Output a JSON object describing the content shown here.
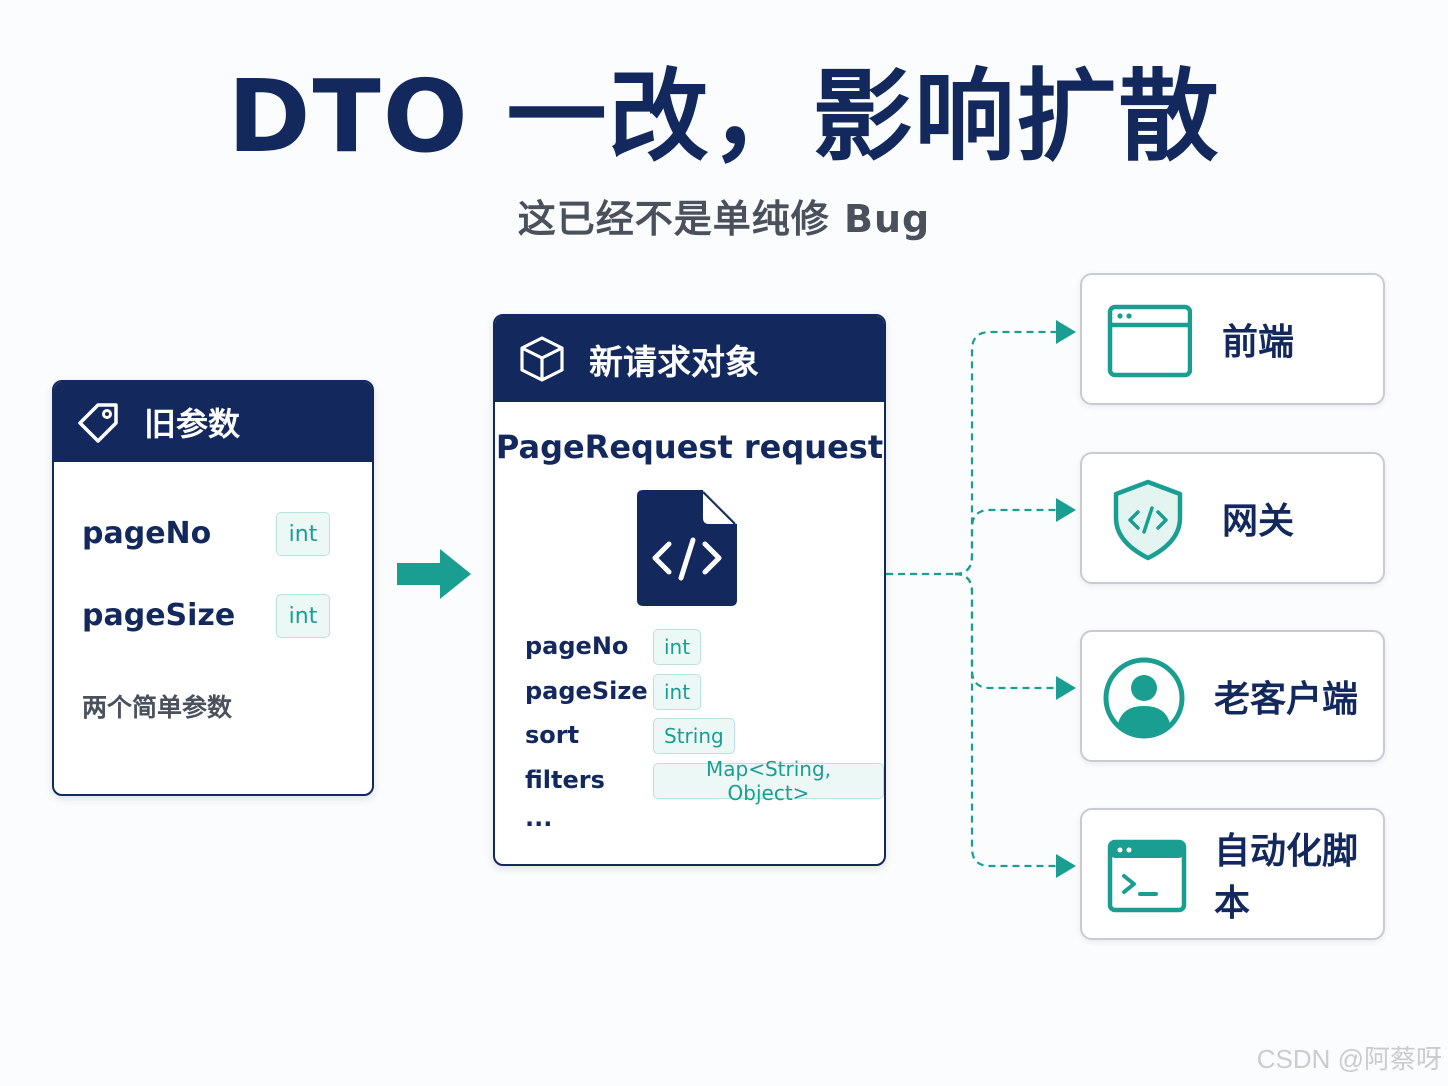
{
  "header": {
    "title": "DTO 一改，影响扩散",
    "subtitle": "这已经不是单纯修 Bug"
  },
  "old_params": {
    "title": "旧参数",
    "icon": "tag-icon",
    "fields": [
      {
        "name": "pageNo",
        "type": "int"
      },
      {
        "name": "pageSize",
        "type": "int"
      }
    ],
    "note": "两个简单参数"
  },
  "new_object": {
    "title": "新请求对象",
    "icon": "cube-icon",
    "request_label": "PageRequest request",
    "file_icon": "code-file-icon",
    "fields": [
      {
        "name": "pageNo",
        "type": "int"
      },
      {
        "name": "pageSize",
        "type": "int"
      },
      {
        "name": "sort",
        "type": "String"
      },
      {
        "name": "filters",
        "type": "Map<String, Object>"
      }
    ],
    "ellipsis": "..."
  },
  "targets": [
    {
      "label": "前端",
      "icon": "browser-window-icon"
    },
    {
      "label": "网关",
      "icon": "shield-code-icon"
    },
    {
      "label": "老客户端",
      "icon": "user-avatar-icon"
    },
    {
      "label": "自动化脚本",
      "icon": "terminal-icon"
    }
  ],
  "colors": {
    "navy": "#13295e",
    "teal": "#1b9e92",
    "border_gray": "#c6cbd4"
  },
  "watermark": "CSDN @阿蔡呀"
}
